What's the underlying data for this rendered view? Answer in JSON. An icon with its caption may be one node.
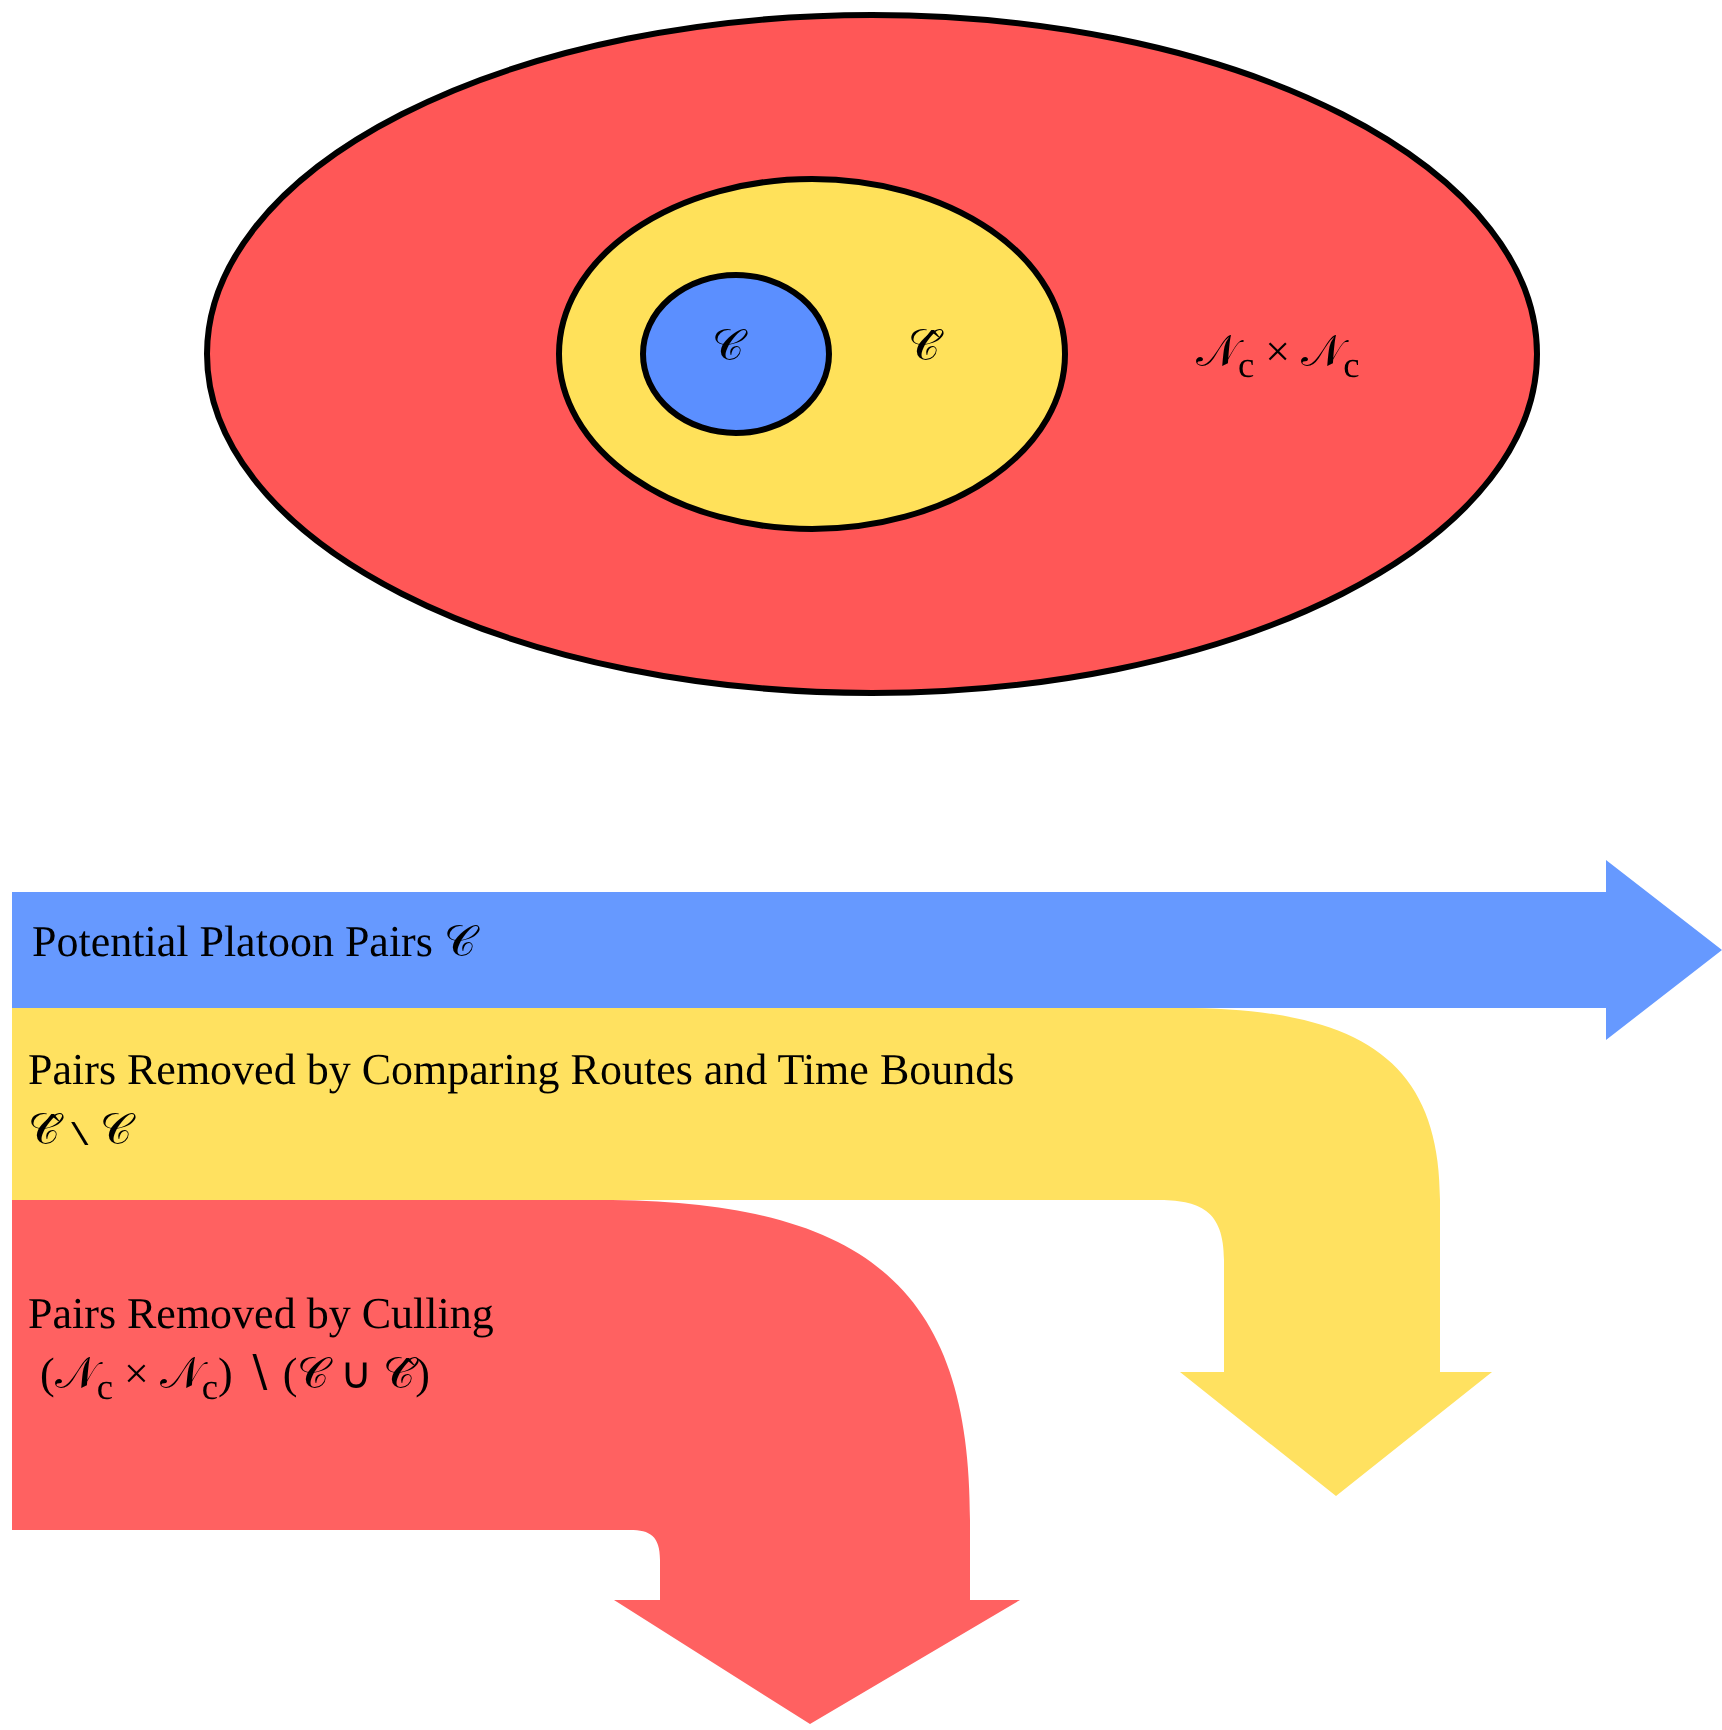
{
  "diagram": {
    "nodes": [
      {
        "text": [
          "𝒩$_{c}$ × 𝒩$_{c}$"
        ]
      },
      {
        "text": [
          "𝒞̂"
        ],
        "in": 0
      },
      {
        "text": [
          "𝒞"
        ],
        "in": 1
      },
      {
        "text": [
          "Potential Platoon Pairs 𝒞"
        ]
      },
      {
        "text": [
          "Pairs Removed by Comparing Routes and Time Bounds",
          "𝒞̂ ∖ 𝒞"
        ]
      },
      {
        "text": [
          "Pairs Removed by Culling",
          "(𝒩$_{c}$ × 𝒩$_{c}$) ∖ (𝒞 ∪ 𝒞̂)"
        ]
      }
    ]
  }
}
